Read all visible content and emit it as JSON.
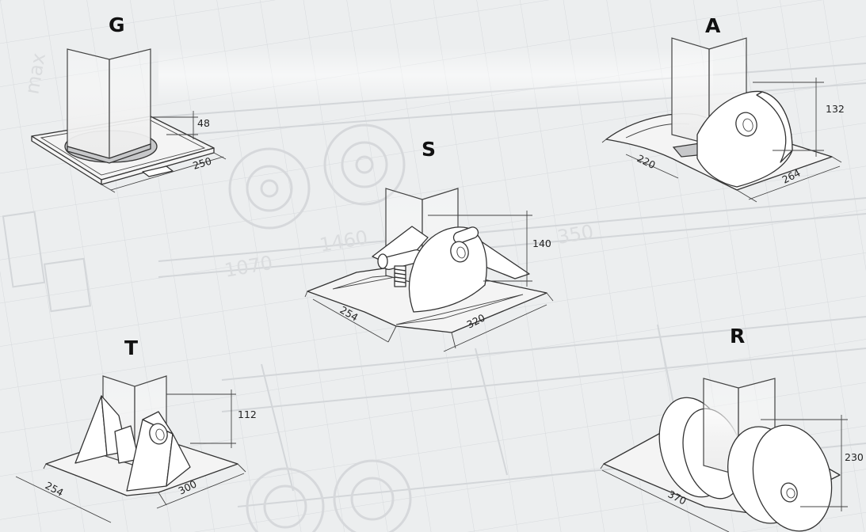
{
  "panels": {
    "G": {
      "label": "G",
      "dims": [
        "48",
        "250"
      ]
    },
    "S": {
      "label": "S",
      "dims": [
        "140",
        "254",
        "320"
      ]
    },
    "A": {
      "label": "A",
      "dims": [
        "132",
        "220",
        "264"
      ]
    },
    "T": {
      "label": "T",
      "dims": [
        "112",
        "254",
        "300"
      ]
    },
    "R": {
      "label": "R",
      "dims": [
        "230",
        "370"
      ]
    }
  },
  "background_text": [
    "1070",
    "1460",
    "350",
    "max"
  ],
  "colors": {
    "background": "#eceeef",
    "lines": "#333333",
    "blueprint": "#d3d6d9"
  }
}
